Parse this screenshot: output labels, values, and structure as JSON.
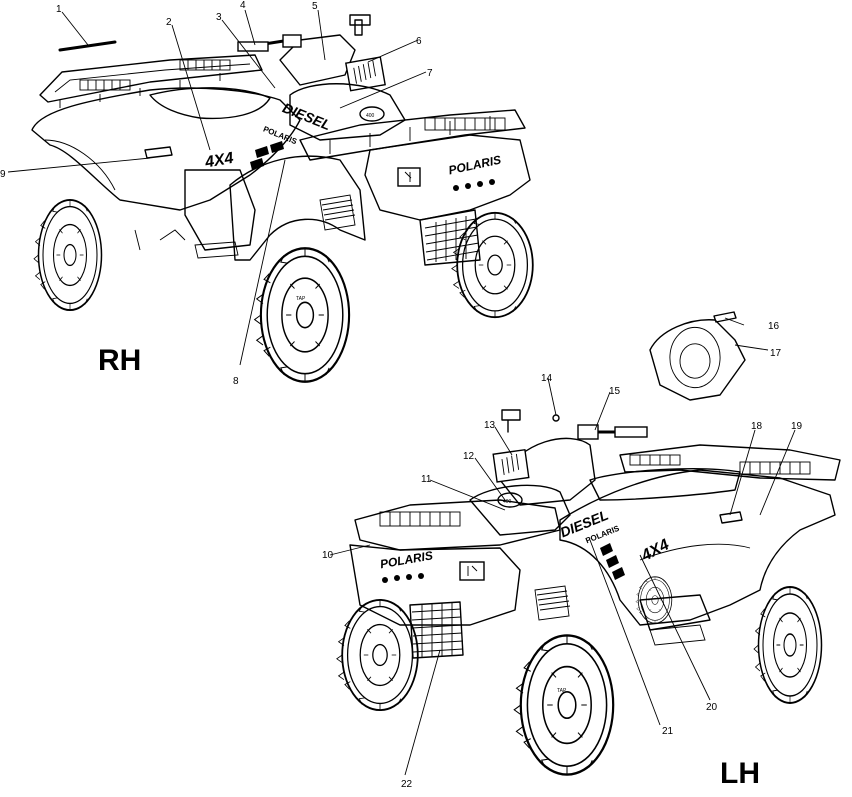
{
  "views": {
    "right": {
      "label": "RH"
    },
    "left": {
      "label": "LH"
    }
  },
  "decals": {
    "diesel": "DIESEL",
    "four_by_four": "4X4",
    "brand": "POLARIS",
    "tag_right": "POLARIS",
    "hub_text": "TAP"
  },
  "callouts": {
    "c1": "1",
    "c2": "2",
    "c3": "3",
    "c4": "4",
    "c5": "5",
    "c6": "6",
    "c7": "7",
    "c8": "8",
    "c9": "9",
    "c10": "10",
    "c11": "11",
    "c12": "12",
    "c13": "13",
    "c14": "14",
    "c15": "15",
    "c16": "16",
    "c17": "17",
    "c18": "18",
    "c19": "19",
    "c20": "20",
    "c21": "21",
    "c22": "22"
  }
}
